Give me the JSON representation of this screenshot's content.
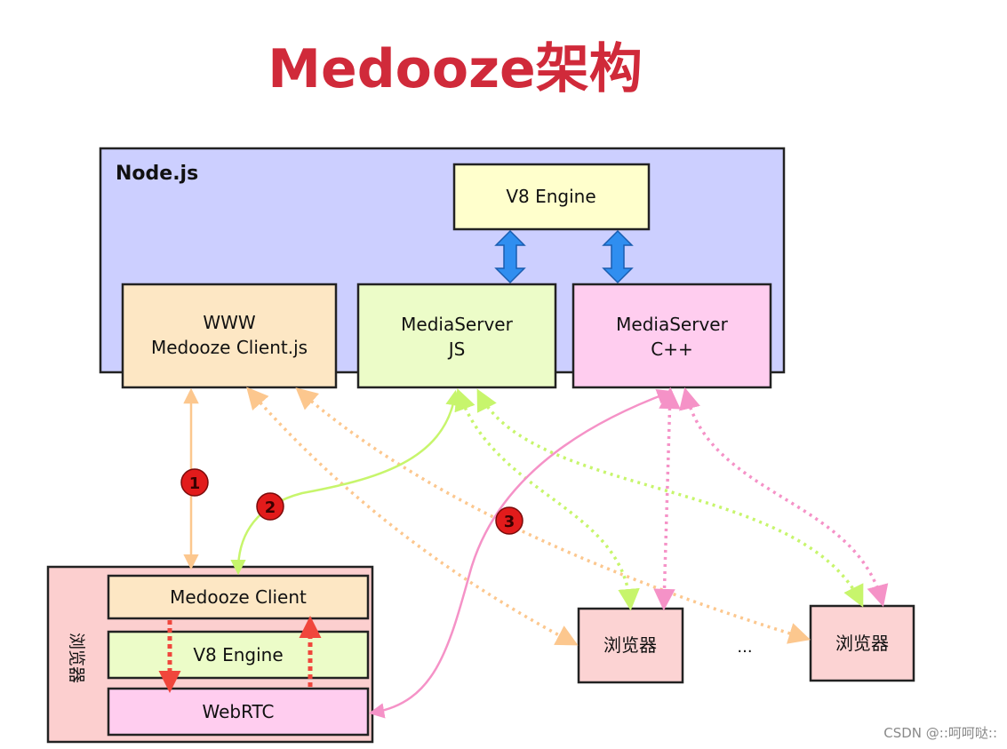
{
  "title": "Medooze架构",
  "nodejs": {
    "label": "Node.js"
  },
  "boxes": {
    "v8_server": "V8 Engine",
    "www_line1": "WWW",
    "www_line2": "Medooze Client.js",
    "ms_js_line1": "MediaServer",
    "ms_js_line2": "JS",
    "ms_cpp_line1": "MediaServer",
    "ms_cpp_line2": "C++"
  },
  "client": {
    "label": "浏览器",
    "medooze_client": "Medooze Client",
    "v8": "V8 Engine",
    "webrtc": "WebRTC"
  },
  "peers": {
    "browser_a": "浏览器",
    "ellipsis": "...",
    "browser_b": "浏览器"
  },
  "markers": [
    "1",
    "2",
    "3"
  ],
  "watermark": "CSDN @::呵呵哒::",
  "colors": {
    "nodejs_fill": "#cccfff",
    "v8_fill": "#ffffcc",
    "www_fill": "#fde7c4",
    "msjs_fill": "#ecfcc8",
    "mscpp_fill": "#ffcdef",
    "client_fill": "#fccfcf",
    "peer_fill": "#fcd3d3",
    "orange_arrow": "#fcc78e",
    "green_arrow": "#c7f56c",
    "pink_arrow": "#f592c7",
    "blue_arrow": "#2f8ef0",
    "red_arrow": "#f0463c",
    "title_color": "#d02a3a"
  }
}
